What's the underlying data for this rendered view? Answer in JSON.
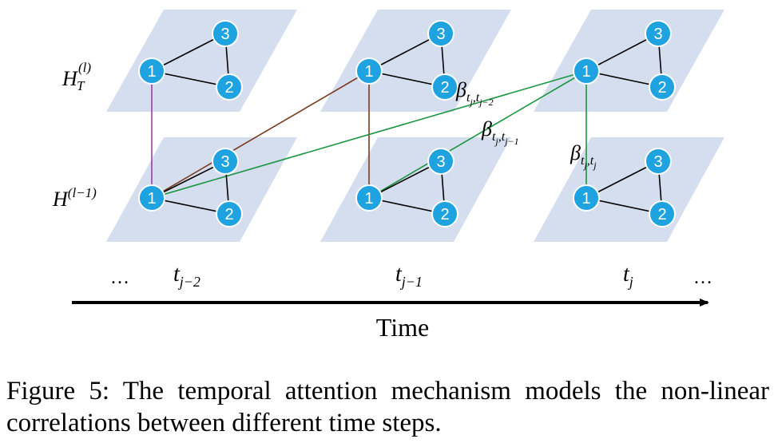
{
  "layers": {
    "top": {
      "base": "H",
      "sub": "T",
      "sup": "(l)"
    },
    "bottom": {
      "base": "H",
      "sup": "(l−1)"
    }
  },
  "node_labels": [
    "1",
    "2",
    "3"
  ],
  "time_steps": [
    {
      "base": "t",
      "sub": "j−2"
    },
    {
      "base": "t",
      "sub": "j−1"
    },
    {
      "base": "t",
      "sub": "j"
    }
  ],
  "ellipsis": "…",
  "axis_label": "Time",
  "attention_labels": [
    {
      "base": "β",
      "sub1": "t",
      "sub1sub": "j",
      "sep": ",",
      "sub2": "t",
      "sub2sub": "j−2"
    },
    {
      "base": "β",
      "sub1": "t",
      "sub1sub": "j",
      "sep": ",",
      "sub2": "t",
      "sub2sub": "j−1"
    },
    {
      "base": "β",
      "sub1": "t",
      "sub1sub": "j",
      "sep": ",",
      "sub2": "t",
      "sub2sub": "j"
    }
  ],
  "caption": "Figure 5: The temporal attention mechanism models the non-linear correlations between different time steps.",
  "colors": {
    "plane": "#d5deef",
    "node_fill": "#1fa3e0",
    "node_stroke": "#ffffff",
    "edge": "#000000",
    "self_link": "#a040a0",
    "link_brown": "#7a3b1f",
    "link_green": "#1a9641",
    "arrow": "#000000"
  }
}
